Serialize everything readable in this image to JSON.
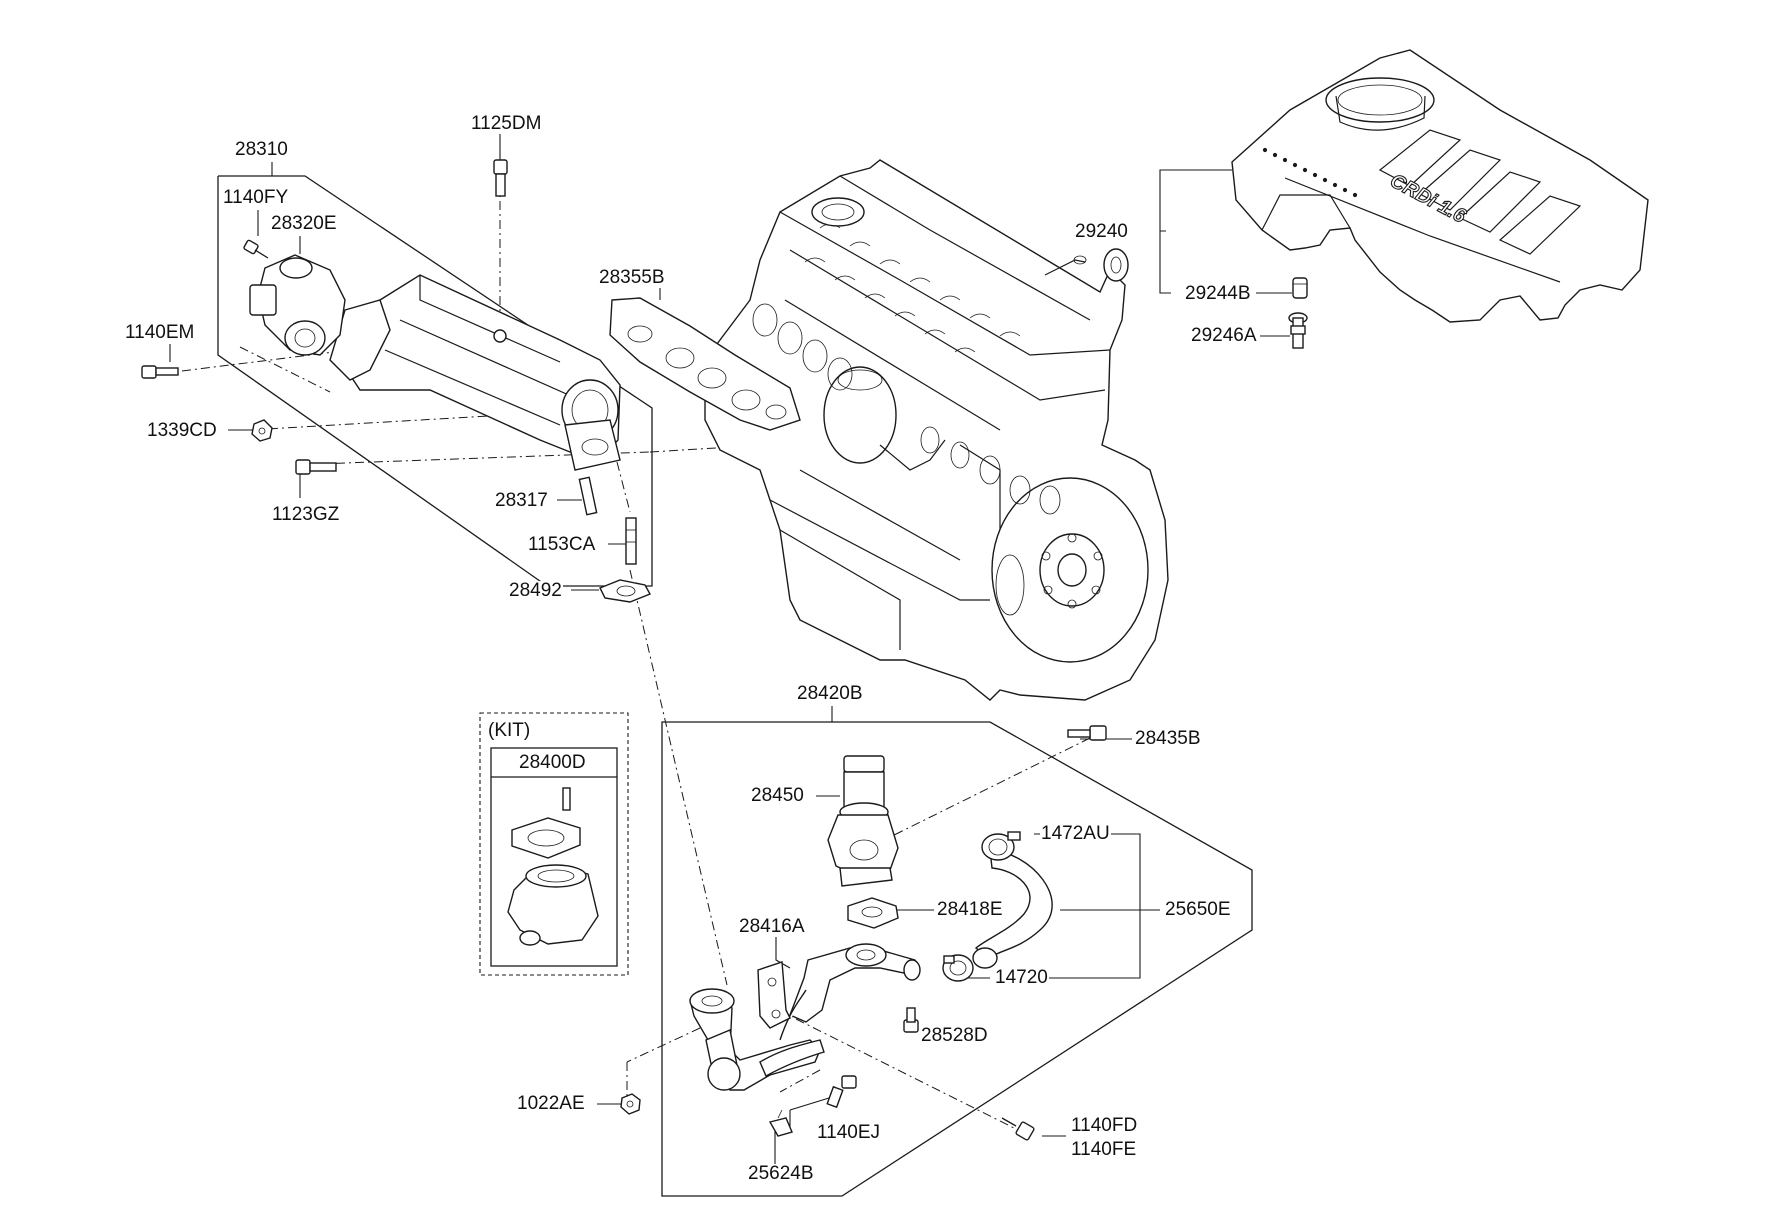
{
  "diagram": {
    "kit_caption": "(KIT)",
    "callouts": {
      "p28310": "28310",
      "p1140FY": "1140FY",
      "p28320E": "28320E",
      "p1125DM": "1125DM",
      "p1140EM": "1140EM",
      "p1339CD": "1339CD",
      "p1123GZ": "1123GZ",
      "p28317": "28317",
      "p1153CA": "1153CA",
      "p28492": "28492",
      "p28355B": "28355B",
      "p29240": "29240",
      "p29244B": "29244B",
      "p29246A": "29246A",
      "p28400D": "28400D",
      "p28420B": "28420B",
      "p28435B": "28435B",
      "p28450": "28450",
      "p1472AU": "1472AU",
      "p25650E": "25650E",
      "p28418E": "28418E",
      "p28416A": "28416A",
      "p14720": "14720",
      "p28528D": "28528D",
      "p1022AE": "1022AE",
      "p1140EJ": "1140EJ",
      "p1140FD": "1140FD",
      "p1140FE": "1140FE",
      "p25624B": "25624B"
    },
    "engine_cover_marking": "CRDi 1.6"
  }
}
